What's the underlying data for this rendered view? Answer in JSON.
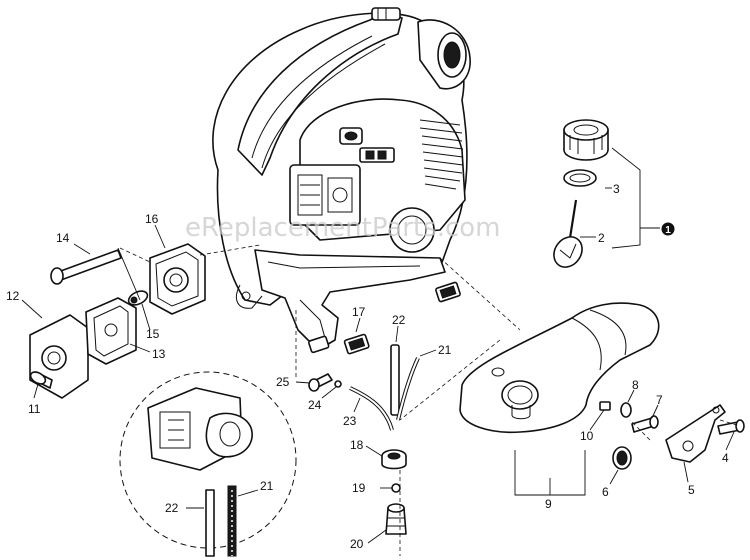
{
  "diagram": {
    "watermark": "eReplacementParts.com",
    "assembly_number": "1",
    "callouts": [
      {
        "id": "c1",
        "text": "1"
      },
      {
        "id": "c2",
        "text": "2"
      },
      {
        "id": "c3",
        "text": "3"
      },
      {
        "id": "c4",
        "text": "4"
      },
      {
        "id": "c5",
        "text": "5"
      },
      {
        "id": "c6",
        "text": "6"
      },
      {
        "id": "c7",
        "text": "7"
      },
      {
        "id": "c8",
        "text": "8"
      },
      {
        "id": "c9",
        "text": "9"
      },
      {
        "id": "c10",
        "text": "10"
      },
      {
        "id": "c11",
        "text": "11"
      },
      {
        "id": "c12",
        "text": "12"
      },
      {
        "id": "c13",
        "text": "13"
      },
      {
        "id": "c14",
        "text": "14"
      },
      {
        "id": "c15",
        "text": "15"
      },
      {
        "id": "c16",
        "text": "16"
      },
      {
        "id": "c17",
        "text": "17"
      },
      {
        "id": "c18",
        "text": "18"
      },
      {
        "id": "c19",
        "text": "19"
      },
      {
        "id": "c20",
        "text": "20"
      },
      {
        "id": "c21a",
        "text": "21"
      },
      {
        "id": "c21b",
        "text": "21"
      },
      {
        "id": "c22a",
        "text": "22"
      },
      {
        "id": "c22b",
        "text": "22"
      },
      {
        "id": "c23",
        "text": "23"
      },
      {
        "id": "c24",
        "text": "24"
      },
      {
        "id": "c25",
        "text": "25"
      }
    ]
  }
}
